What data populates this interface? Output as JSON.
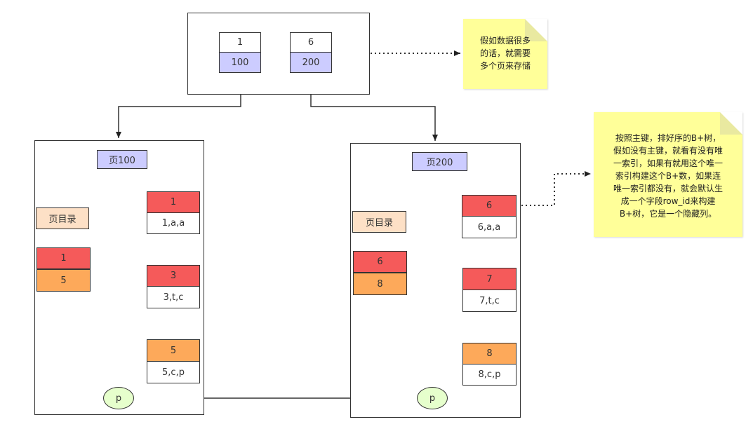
{
  "root": {
    "keys": [
      "1",
      "6"
    ],
    "pointers": [
      "100",
      "200"
    ]
  },
  "left_page": {
    "title": "页100",
    "directory_label": "页目录",
    "directory_slots": [
      "1",
      "5"
    ],
    "records": [
      {
        "key": "1",
        "data": "1,a,a"
      },
      {
        "key": "3",
        "data": "3,t,c"
      },
      {
        "key": "5",
        "data": "5,c,p"
      }
    ],
    "pointer": "p"
  },
  "right_page": {
    "title": "页200",
    "directory_label": "页目录",
    "directory_slots": [
      "6",
      "8"
    ],
    "records": [
      {
        "key": "6",
        "data": "6,a,a"
      },
      {
        "key": "7",
        "data": "7,t,c"
      },
      {
        "key": "8",
        "data": "8,c,p"
      }
    ],
    "pointer": "p"
  },
  "notes": {
    "top": "假如数据很多\n的话，就需要\n多个页来存储",
    "right": "按照主键，排好序的B+树，\n假如没有主键，就看有没有唯\n一索引，如果有就用这个唯一\n索引构建这个B+数，如果连\n唯一索引都没有，就会默认生\n成一个字段row_id来构建\nB+树，它是一个隐藏列。"
  },
  "colors": {
    "lavender": "#ccccff",
    "red": "#f55a5a",
    "orange": "#fda95a",
    "peach": "#fde0c6",
    "note": "#ffff99",
    "pointer_node": "#e6ffcc"
  }
}
